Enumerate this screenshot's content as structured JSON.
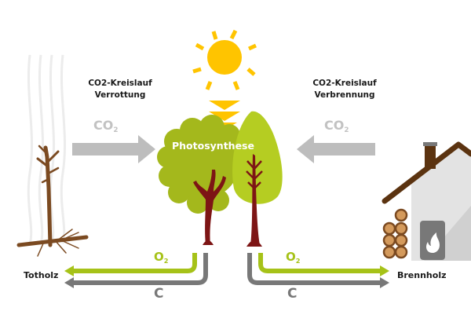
{
  "diagram": {
    "left_cycle": {
      "title_line1": "CO2-Kreislauf",
      "title_line2": "Verrottung",
      "gas_in": {
        "symbol": "CO",
        "subscript": "2"
      },
      "endpoint_label": "Totholz",
      "o2": {
        "symbol": "O",
        "subscript": "2"
      },
      "carbon": "C"
    },
    "right_cycle": {
      "title_line1": "CO2-Kreislauf",
      "title_line2": "Verbrennung",
      "gas_in": {
        "symbol": "CO",
        "subscript": "2"
      },
      "endpoint_label": "Brennholz",
      "o2": {
        "symbol": "O",
        "subscript": "2"
      },
      "carbon": "C"
    },
    "center_label": "Photosynthese",
    "icons": [
      "sun-icon",
      "light-chevrons-icon",
      "deciduous-tree-icon",
      "conifer-tree-icon",
      "dead-tree-icon",
      "house-icon",
      "firewood-stack-icon",
      "stove-fire-icon"
    ],
    "colors": {
      "sun": "#ffc400",
      "leaf_dark": "#a4b81c",
      "leaf_light": "#b5cd22",
      "trunk": "#7d1515",
      "dead_wood": "#7b4a21",
      "arrow_gray": "#bdbdbd",
      "o2_green": "#a6c218",
      "c_gray": "#787878",
      "roof": "#5b3310",
      "house_wall": "#e3e3e3",
      "log": "#d49a5c"
    }
  }
}
